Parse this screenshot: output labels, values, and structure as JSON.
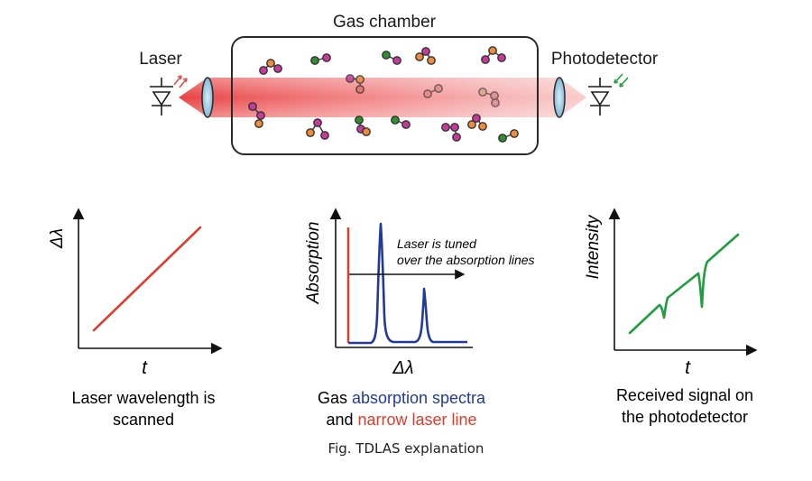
{
  "top": {
    "chamber_label": "Gas chamber",
    "laser_label": "Laser",
    "detector_label": "Photodetector"
  },
  "panels": {
    "left": {
      "y_axis": "Δλ",
      "x_axis": "t",
      "caption_line1": "Laser wavelength is",
      "caption_line2": "scanned"
    },
    "middle": {
      "y_axis": "Absorption",
      "x_axis": "Δλ",
      "annotation_line1": "Laser is tuned",
      "annotation_line2": "over the absorption lines",
      "caption_word1": "Gas",
      "caption_blue": "absorption spectra",
      "caption_word2": "and",
      "caption_red": "narrow laser line"
    },
    "right": {
      "y_axis": "Intensity",
      "x_axis": "t",
      "caption_line1": "Received signal on",
      "caption_line2": "the photodetector"
    }
  },
  "figure_caption": "Fig. TDLAS explanation",
  "colors": {
    "laser_red": "#e03a2a",
    "absorption_blue": "#233a9a",
    "signal_green": "#1f9e3e",
    "molecule_magenta": "#c63a9c",
    "molecule_orange": "#ef8a3a",
    "molecule_green": "#2f8f2f"
  }
}
